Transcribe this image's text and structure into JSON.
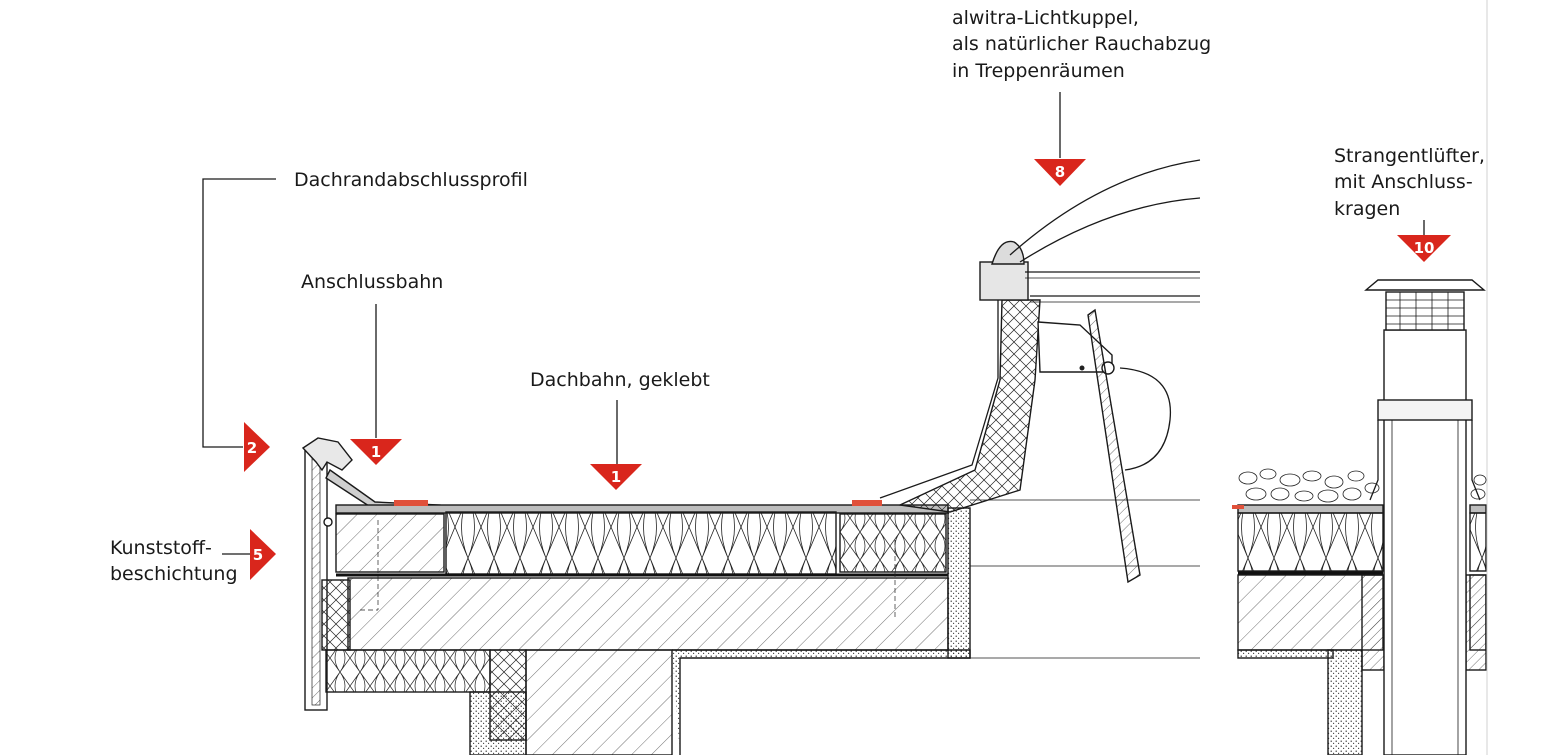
{
  "labels": {
    "dachrand": "Dachrandabschlussprofil",
    "anschlussbahn": "Anschlussbahn",
    "dachbahn": "Dachbahn, geklebt",
    "kunststoff_1": "Kunststoff-",
    "kunststoff_2": "beschichtung",
    "lichtkuppel_1": "alwitra-Lichtkuppel,",
    "lichtkuppel_2": "als natürlicher Rauchabzug",
    "lichtkuppel_3": "in Treppenräumen",
    "strang_1": "Strangentlüfter,",
    "strang_2": "mit Anschluss-",
    "strang_3": "kragen"
  },
  "markers": {
    "dachrand": "2",
    "anschlussbahn": "1",
    "dachbahn": "1",
    "kunststoff": "5",
    "lichtkuppel": "8",
    "strang": "10"
  },
  "colors": {
    "marker": "#d9261c",
    "line": "#1a1a1a",
    "membrane_accent": "#e0503a"
  }
}
